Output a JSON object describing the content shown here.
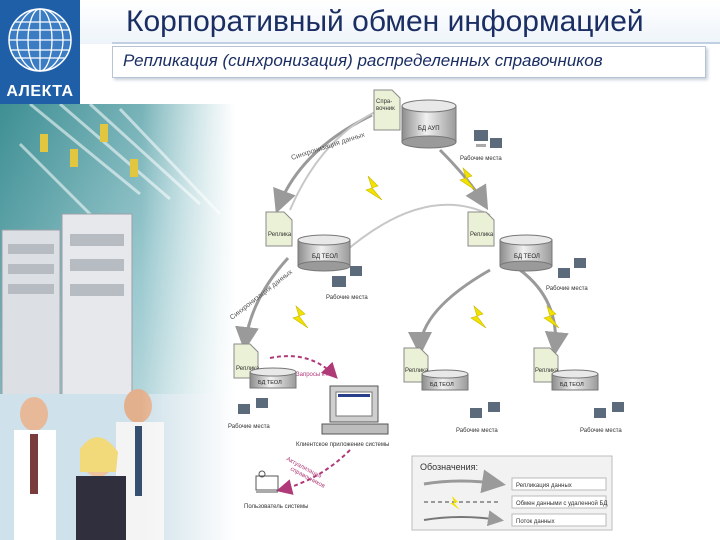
{
  "header": {
    "title": "Корпоративный обмен информацией",
    "subtitle": "Репликация (синхронизация) распределенных справочников",
    "logo_text": "АЛЕКТА"
  },
  "diagram": {
    "top_db": {
      "doc_label": "Спра-\nвочник",
      "db_label": "БД АУП",
      "workstation_label": "Рабочие места"
    },
    "left_db": {
      "doc_label": "Реплика",
      "db_label": "БД ТЕОЛ",
      "workstation_label": "Рабочие места"
    },
    "right_db": {
      "doc_label": "Реплика",
      "db_label": "БД ТЕОЛ",
      "workstation_label": "Рабочие места"
    },
    "leaf1": {
      "doc_label": "Реплика",
      "db_label": "БД ТЕОЛ",
      "workstation_label": "Рабочие места"
    },
    "leaf2": {
      "doc_label": "Реплика",
      "db_label": "БД ТЕОЛ",
      "workstation_label": "Рабочие места"
    },
    "leaf3": {
      "doc_label": "Реплика",
      "db_label": "БД ТЕОЛ",
      "workstation_label": "Рабочие места"
    },
    "curve_label_top": "Синхронизация данных",
    "curve_label_left": "Синхронизация данных",
    "request_label": "Запросы к ПП",
    "app_label": "Клиентское приложение системы",
    "user_label": "Пользователь системы",
    "pink_label_1": "Актуализация",
    "pink_label_2": "справочников"
  },
  "legend": {
    "title": "Обозначения:",
    "items": [
      "Репликация данных",
      "Обмен данными с удаленной БД",
      "Поток данных"
    ]
  },
  "colors": {
    "title": "#1a2e63",
    "logo_bg": "#1e5fa8",
    "bolt": "#f2e200",
    "request_arrow": "#b03a78",
    "arrow_gray": "#9a9a9a"
  }
}
